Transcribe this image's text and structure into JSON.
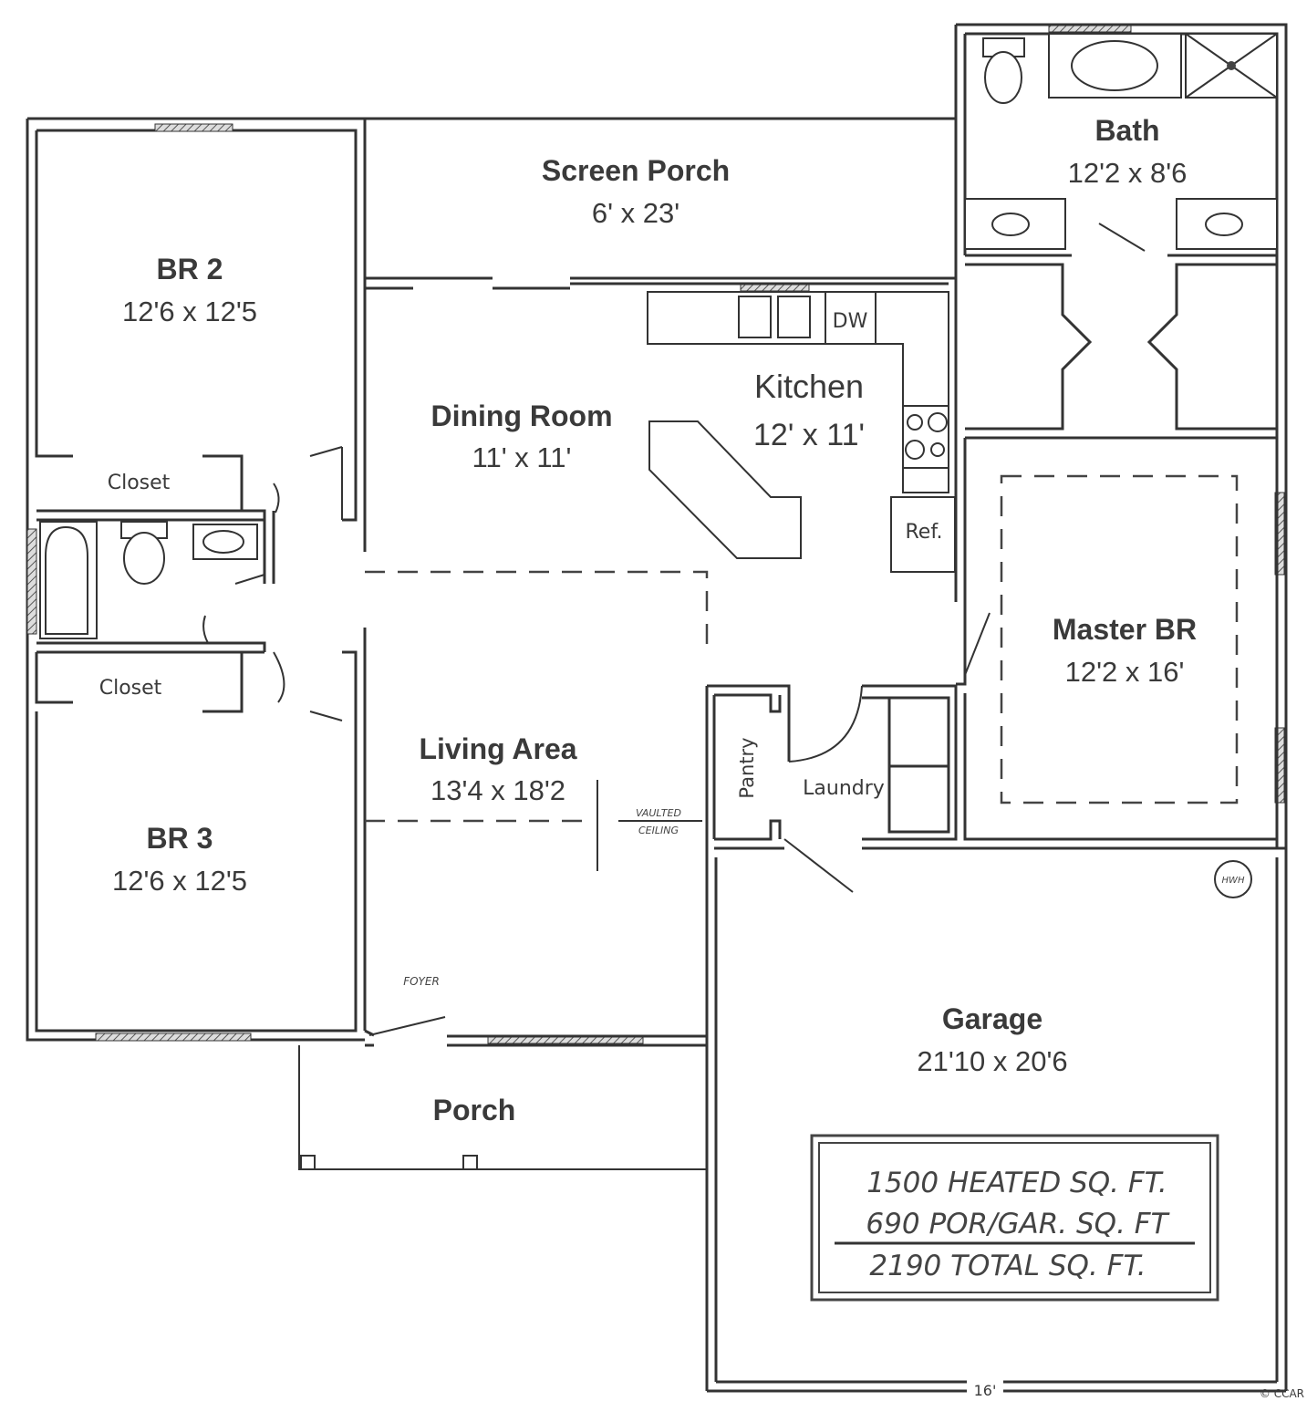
{
  "rooms": {
    "br2": {
      "name": "BR 2",
      "dims": "12'6 x 12'5"
    },
    "br3": {
      "name": "BR 3",
      "dims": "12'6 x 12'5"
    },
    "screen_porch": {
      "name": "Screen Porch",
      "dims": "6' x 23'"
    },
    "dining": {
      "name": "Dining Room",
      "dims": "11' x 11'"
    },
    "kitchen": {
      "name": "Kitchen",
      "dims": "12' x 11'"
    },
    "bath": {
      "name": "Bath",
      "dims": "12'2 x 8'6"
    },
    "master": {
      "name": "Master BR",
      "dims": "12'2 x 16'"
    },
    "living": {
      "name": "Living Area",
      "dims": "13'4 x 18'2"
    },
    "garage": {
      "name": "Garage",
      "dims": "21'10 x 20'6"
    },
    "porch": {
      "name": "Porch"
    }
  },
  "labels": {
    "closet_top": "Closet",
    "closet_bottom": "Closet",
    "dw": "DW",
    "ref": "Ref.",
    "pantry": "Pantry",
    "laundry": "Laundry",
    "vaulted_ceiling_1": "VAULTED",
    "vaulted_ceiling_2": "CEILING",
    "foyer": "FOYER",
    "water_heater": "HWH",
    "garage_width": "16'",
    "watermark": "© CCAR"
  },
  "summary": {
    "heated": "1500 HEATED SQ. FT.",
    "porch_garage": "690 POR/GAR. SQ. FT",
    "total": "2190 TOTAL SQ. FT."
  }
}
